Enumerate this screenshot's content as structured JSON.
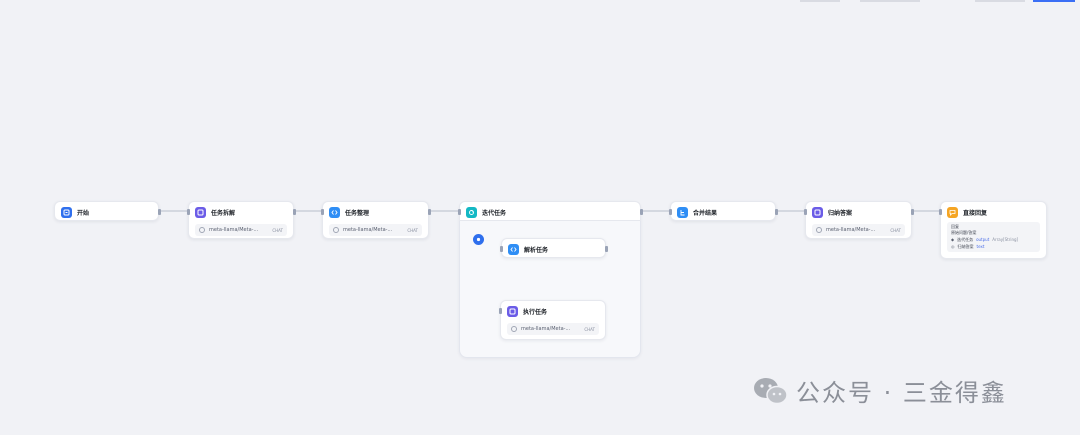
{
  "nodes": {
    "start": {
      "title": "开始",
      "icon": "start-icon",
      "color": "#2f6fed"
    },
    "task_decompose": {
      "title": "任务拆解",
      "icon": "llm-icon",
      "color": "#6b5ce7",
      "model": "meta-llama/Meta-...",
      "mode": "CHAT"
    },
    "task_organize": {
      "title": "任务整理",
      "icon": "code-icon",
      "color": "#2f8ef5",
      "model": "meta-llama/Meta-...",
      "mode": "CHAT"
    },
    "iteration": {
      "title": "迭代任务",
      "icon": "iteration-icon",
      "color": "#14b8c4"
    },
    "parse_task": {
      "title": "解析任务",
      "icon": "code-icon",
      "color": "#2f8ef5"
    },
    "execute_task": {
      "title": "执行任务",
      "icon": "llm-icon",
      "color": "#6b5ce7",
      "model": "meta-llama/Meta-...",
      "mode": "CHAT"
    },
    "merge": {
      "title": "合并结果",
      "icon": "merge-icon",
      "color": "#2f8ef5"
    },
    "summarize": {
      "title": "归纳答案",
      "icon": "llm-icon",
      "color": "#6b5ce7",
      "model": "meta-llama/Meta-...",
      "mode": "CHAT"
    },
    "reply": {
      "title": "直接回复",
      "icon": "reply-icon",
      "color": "#f5a524",
      "label": "回复",
      "subtitle": "原始问题/答案",
      "rows": [
        {
          "left": "迭代任务",
          "var": "output",
          "extra": "Array[String]"
        },
        {
          "left": "归纳答案",
          "var": "text",
          "extra": ""
        }
      ]
    }
  },
  "watermark": {
    "text": "公众号 · 三金得鑫"
  }
}
